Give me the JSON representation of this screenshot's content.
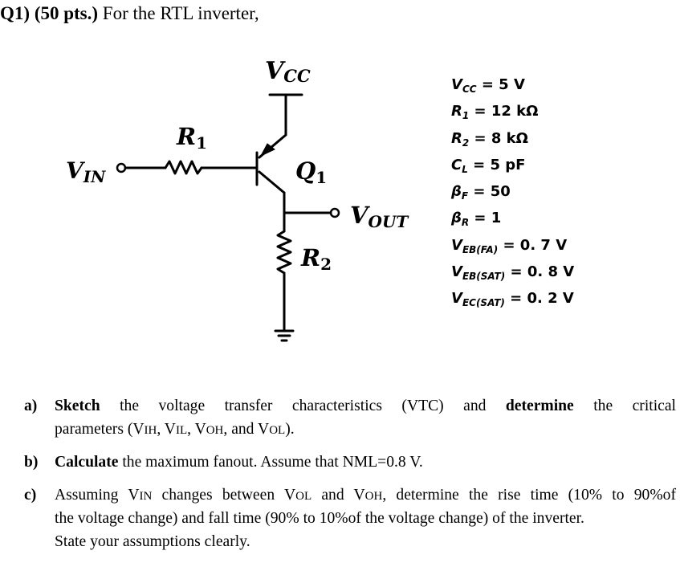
{
  "question": {
    "number": "Q1)",
    "points": "(50 pts.)",
    "intro": "For the RTL inverter,"
  },
  "circuit": {
    "vcc_label": "VCC",
    "r1_label": "R1",
    "vin_label": "VIN",
    "q1_label": "Q1",
    "vout_label": "VOUT",
    "r2_label": "R2"
  },
  "parameters": [
    {
      "sym": "V",
      "sub": "CC",
      "rest": " = 5 V"
    },
    {
      "sym": "R",
      "sub": "1",
      "rest": " = 12 kΩ"
    },
    {
      "sym": "R",
      "sub": "2",
      "rest": " = 8 kΩ"
    },
    {
      "sym": "C",
      "sub": "L",
      "rest": " = 5 pF"
    },
    {
      "sym": "β",
      "sub": "F",
      "rest": " = 50"
    },
    {
      "sym": "β",
      "sub": "R",
      "rest": " = 1"
    },
    {
      "sym": "V",
      "sub": "EB(FA)",
      "rest": " = 0. 7 V"
    },
    {
      "sym": "V",
      "sub": "EB(SAT)",
      "rest": " = 0. 8 V"
    },
    {
      "sym": "V",
      "sub": "EC(SAT)",
      "rest": " = 0. 2 V"
    }
  ],
  "parts": {
    "a": {
      "label": "a)",
      "bold1": "Sketch",
      "t1": " the voltage transfer characteristics (VTC) and ",
      "bold2": "determine",
      "t2": " the critical",
      "line2a": "parameters (V",
      "s1": "IH",
      "line2b": ", V",
      "s2": "IL",
      "line2c": ", V",
      "s3": "OH",
      "line2d": ", and V",
      "s4": "OL",
      "line2e": ")."
    },
    "b": {
      "label": "b)",
      "bold1": "Calculate",
      "t1": " the maximum fanout. Assume that NML=0.8 V."
    },
    "c": {
      "label": "c)",
      "l1a": "Assuming V",
      "s1": "IN",
      "l1b": " changes between V",
      "s2": "OL",
      "l1c": " and V",
      "s3": "OH",
      "l1d": ", determine the rise time (10% to 90%of",
      "l2": "the voltage change) and fall time (90% to 10%of the voltage change) of the inverter.",
      "l3": "State your assumptions clearly."
    }
  }
}
